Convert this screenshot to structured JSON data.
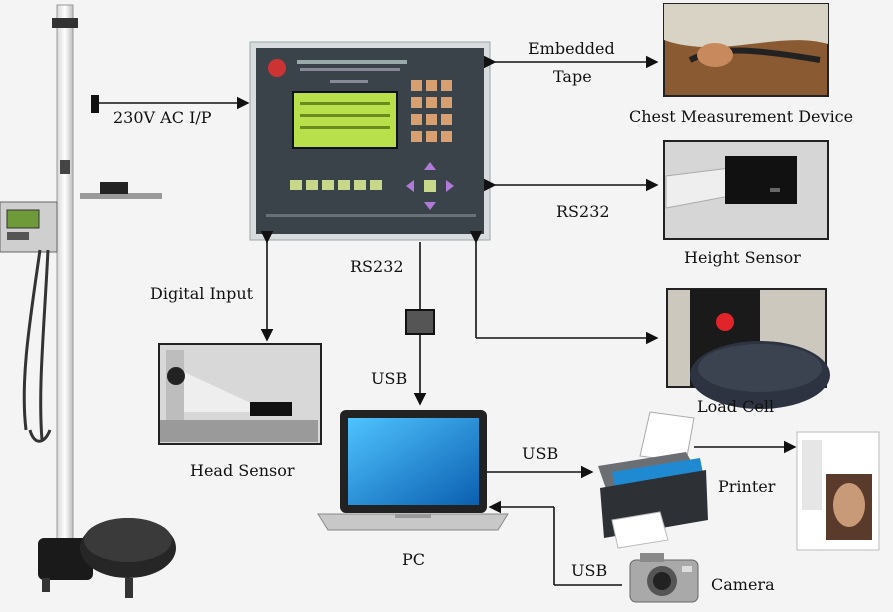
{
  "labels": {
    "power": "230V AC  I/P",
    "embedded_line1": "Embedded",
    "embedded_line2": "Tape",
    "chest_device": "Chest Measurement Device",
    "rs232_right": "RS232",
    "height_sensor": "Height Sensor",
    "digital_input": "Digital Input",
    "rs232_mid": "RS232",
    "usb_pc": "USB",
    "load_cell": "Load Cell",
    "head_sensor": "Head Sensor",
    "usb_printer": "USB",
    "printer": "Printer",
    "pc": "PC",
    "usb_camera": "USB",
    "camera": "Camera"
  },
  "colors": {
    "background": "#f4f4f4",
    "lcd": "#b8e04a",
    "panel": "#3b434a",
    "key": "#d8a070",
    "screen": "#1a8fd8",
    "photo_border": "#222222"
  },
  "icons": {
    "anthropometer": "height-stand-illustration",
    "controller": "controller-panel",
    "laptop": "laptop-icon",
    "printer": "printer-icon",
    "camera": "camera-icon",
    "converter": "rs232-usb-converter-icon"
  }
}
